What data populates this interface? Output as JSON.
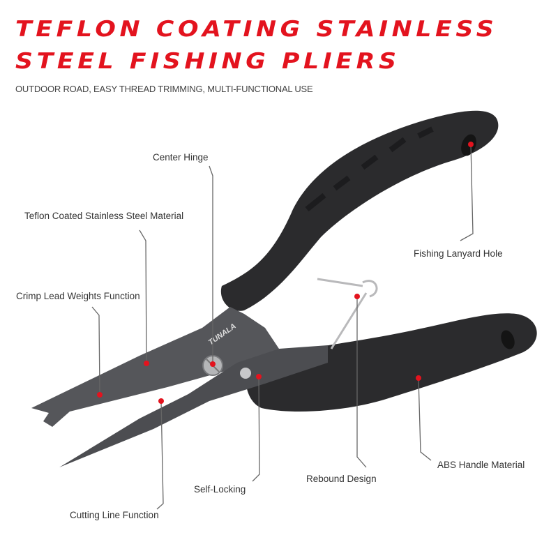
{
  "title": {
    "line1": "TEFLON COATING STAINLESS",
    "line2": "STEEL FISHING PLIERS"
  },
  "subtitle": "OUTDOOR ROAD, EASY THREAD TRIMMING, MULTI-FUNCTIONAL USE",
  "brand": "TUNALA",
  "labels": {
    "center_hinge": "Center Hinge",
    "teflon": "Teflon Coated Stainless Steel Material",
    "crimp": "Crimp Lead Weights Function",
    "lanyard": "Fishing Lanyard Hole",
    "self_locking": "Self-Locking",
    "rebound": "Rebound Design",
    "abs": "ABS Handle Material",
    "cutting": "Cutting Line Function"
  },
  "colors": {
    "accent": "#e3131e",
    "handle": "#2b2b2d",
    "metal": "#55565a"
  }
}
